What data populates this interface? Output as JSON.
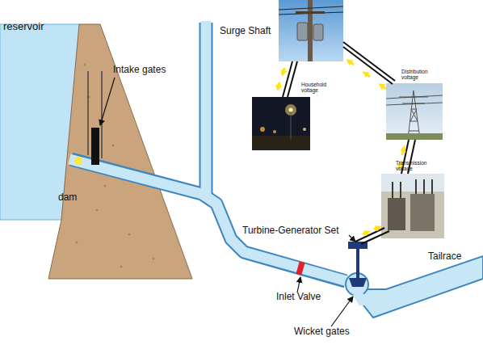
{
  "diagram": {
    "labels": [
      "reservoir",
      "Intake gates",
      "dam",
      "Surge Shaft",
      "Household voltage",
      "Distribution voltage",
      "Transmission voltage",
      "Turbine-Generator Set",
      "Tailrace",
      "Inlet Valve",
      "Wicket gates"
    ]
  }
}
